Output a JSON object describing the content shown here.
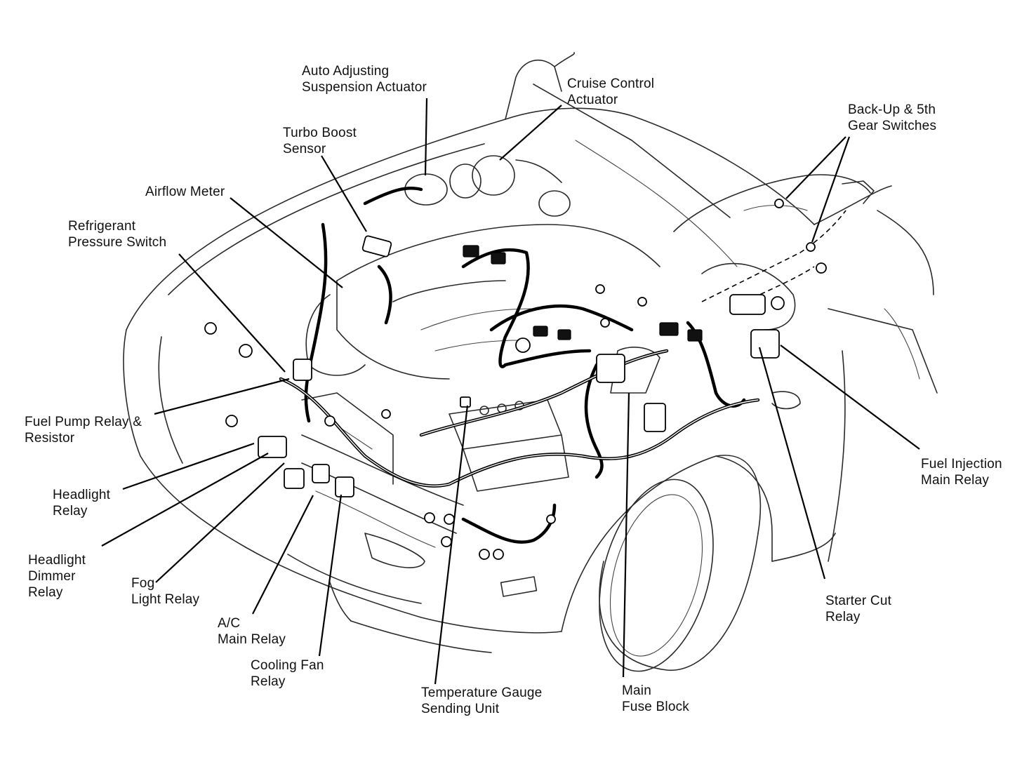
{
  "labels": {
    "auto_adjusting": {
      "line1": "Auto Adjusting",
      "line2": "Suspension Actuator"
    },
    "cruise_control": {
      "line1": "Cruise Control",
      "line2": "Actuator"
    },
    "backup_switches": {
      "line1": "Back-Up & 5th",
      "line2": "Gear Switches"
    },
    "turbo_boost": {
      "line1": "Turbo Boost",
      "line2": "Sensor"
    },
    "airflow_meter": {
      "line1": "Airflow Meter"
    },
    "refrigerant": {
      "line1": "Refrigerant",
      "line2": "Pressure Switch"
    },
    "fuel_pump": {
      "line1": "Fuel Pump Relay &",
      "line2": "Resistor"
    },
    "headlight_relay": {
      "line1": "Headlight",
      "line2": "Relay"
    },
    "headlight_dimmer": {
      "line1": "Headlight",
      "line2": "Dimmer",
      "line3": "Relay"
    },
    "fog_light": {
      "line1": "Fog",
      "line2": "Light Relay"
    },
    "ac_main": {
      "line1": "A/C",
      "line2": "Main Relay"
    },
    "cooling_fan": {
      "line1": "Cooling Fan",
      "line2": "Relay"
    },
    "temp_gauge": {
      "line1": "Temperature Gauge",
      "line2": "Sending Unit"
    },
    "main_fuse": {
      "line1": "Main",
      "line2": "Fuse Block"
    },
    "starter_cut": {
      "line1": "Starter Cut",
      "line2": "Relay"
    },
    "fuel_injection": {
      "line1": "Fuel Injection",
      "line2": "Main Relay"
    }
  },
  "colors": {
    "ink": "#111111",
    "background": "#ffffff"
  }
}
